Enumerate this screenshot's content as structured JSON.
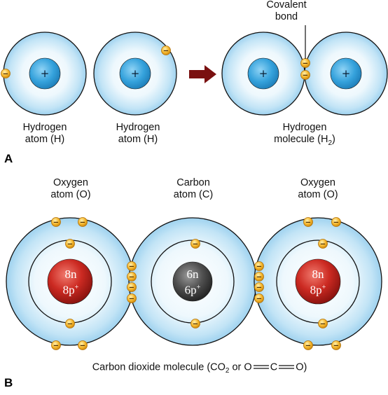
{
  "colors": {
    "shell_outer": "#aad8f2",
    "shell_inner": "#e4f4fc",
    "nucleus_h": "#3aa6dc",
    "nucleus_o": "#c8241e",
    "nucleus_c": "#4a4a4a",
    "electron": "#f2b52a",
    "arrow": "#7a1010"
  },
  "panel_a": {
    "letter": "A",
    "covalent_label_line1": "Covalent",
    "covalent_label_line2": "bond",
    "nucleus_symbol": "+",
    "electron_symbol": "−",
    "atom1_line1": "Hydrogen",
    "atom1_line2": "atom (H)",
    "atom2_line1": "Hydrogen",
    "atom2_line2": "atom (H)",
    "molecule_line1": "Hydrogen",
    "molecule_line2_prefix": "molecule (H",
    "molecule_line2_sub": "2",
    "molecule_line2_suffix": ")"
  },
  "panel_b": {
    "letter": "B",
    "oxygen_left_line1": "Oxygen",
    "oxygen_left_line2": "atom (O)",
    "carbon_line1": "Carbon",
    "carbon_line2": "atom (C)",
    "oxygen_right_line1": "Oxygen",
    "oxygen_right_line2": "atom (O)",
    "oxygen_nucleus_n": "8n",
    "oxygen_nucleus_p": "8p",
    "carbon_nucleus_n": "6n",
    "carbon_nucleus_p": "6p",
    "proton_sup": "+",
    "caption_prefix": "Carbon dioxide molecule (CO",
    "caption_sub": "2",
    "caption_mid": " or O",
    "caption_c": "C",
    "caption_end": "O)"
  }
}
